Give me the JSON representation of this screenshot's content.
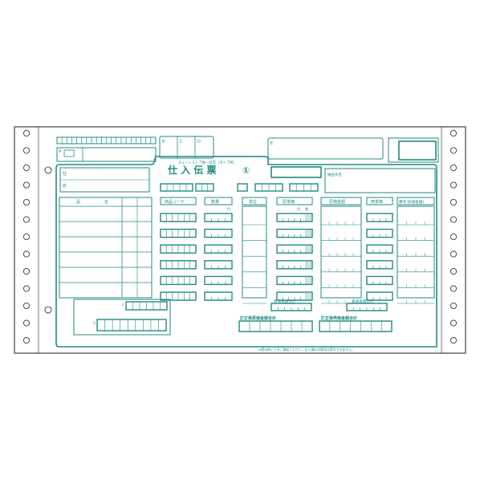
{
  "form": {
    "ink_color": "#1f8a84",
    "paper_color": "#ffffff",
    "title": "仕 入 伝 票",
    "copy_number": "①",
    "chain_label": "チェーンストア統一伝票（タイプ用）",
    "box_labels": {
      "A": "A",
      "B": "B",
      "C": "C",
      "D": "D",
      "E": "E",
      "F": "F",
      "G": "G"
    },
    "field_labels": {
      "shop": "社",
      "store": "店",
      "delivery": "納品先名",
      "code": "商品コード",
      "qty": "数量",
      "unit": "単位",
      "cost": "原単価",
      "cost_amount": "原価金額",
      "sell": "売単価",
      "remarks": "備考(売価金額)",
      "item": "品",
      "name": "名",
      "yen": "円",
      "sen": "銭",
      "cost_total": "原価金額合計",
      "sell_total": "売価金額合計",
      "corrected_cost_total": "訂正後原価金額合計",
      "corrected_sell_total": "訂正後売価金額合計"
    },
    "footer_note": "※提出前に十分ご確認ください。記入漏れの場合は受付できません。"
  }
}
